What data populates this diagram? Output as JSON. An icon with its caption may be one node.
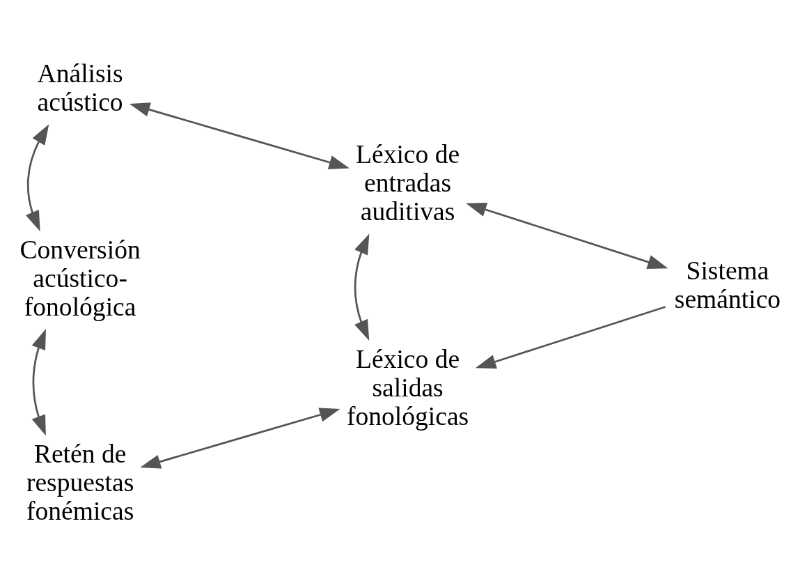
{
  "diagram": {
    "nodes": [
      {
        "text": [
          "Análisis acústico"
        ]
      },
      {
        "text": [
          "Léxico de entradas auditivas"
        ]
      },
      {
        "text": [
          "Conversión acústico-fonológica"
        ]
      },
      {
        "text": [
          "Sistema semántico"
        ]
      },
      {
        "text": [
          "Léxico de salidas fonológicas"
        ]
      },
      {
        "text": [
          "Retén de respuestas fonémicas"
        ]
      }
    ],
    "edges": [
      {
        "from": 0,
        "to": 1,
        "arrow": "both"
      },
      {
        "from": 0,
        "to": 2,
        "arrow": "both"
      },
      {
        "from": 1,
        "to": 3,
        "arrow": "both"
      },
      {
        "from": 1,
        "to": 4,
        "arrow": "both"
      },
      {
        "from": 3,
        "to": 4,
        "arrow": "to"
      },
      {
        "from": 2,
        "to": 5,
        "arrow": "both"
      },
      {
        "from": 5,
        "to": 4,
        "arrow": "both"
      }
    ]
  }
}
